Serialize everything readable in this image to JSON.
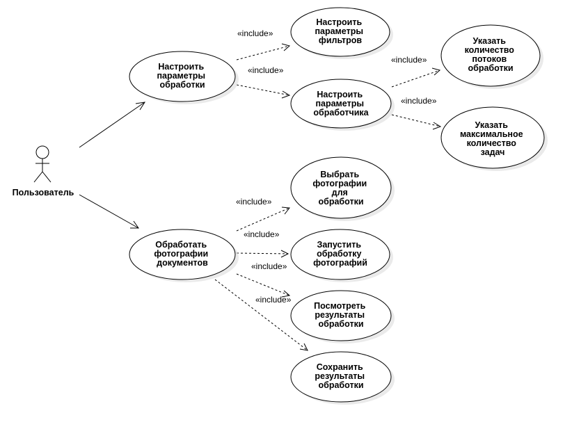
{
  "actor": {
    "label": "Пользователь"
  },
  "use_cases": {
    "configure_processing": [
      "Настроить",
      "параметры",
      "обработки"
    ],
    "configure_filters": [
      "Настроить",
      "параметры",
      "фильтров"
    ],
    "configure_handler": [
      "Настроить",
      "параметры",
      "обработчика"
    ],
    "thread_count": [
      "Указать",
      "количество",
      "потоков",
      "обработки"
    ],
    "max_tasks": [
      "Указать",
      "максимальное",
      "количество",
      "задач"
    ],
    "process_photos": [
      "Обработать",
      "фотографии",
      "документов"
    ],
    "select_photos": [
      "Выбрать",
      "фотографии",
      "для",
      "обработки"
    ],
    "run_processing": [
      "Запустить",
      "обработку",
      "фотографий"
    ],
    "view_results": [
      "Посмотреть",
      "результаты",
      "обработки"
    ],
    "save_results": [
      "Сохранить",
      "результаты",
      "обработки"
    ]
  },
  "include_label": "«include»"
}
